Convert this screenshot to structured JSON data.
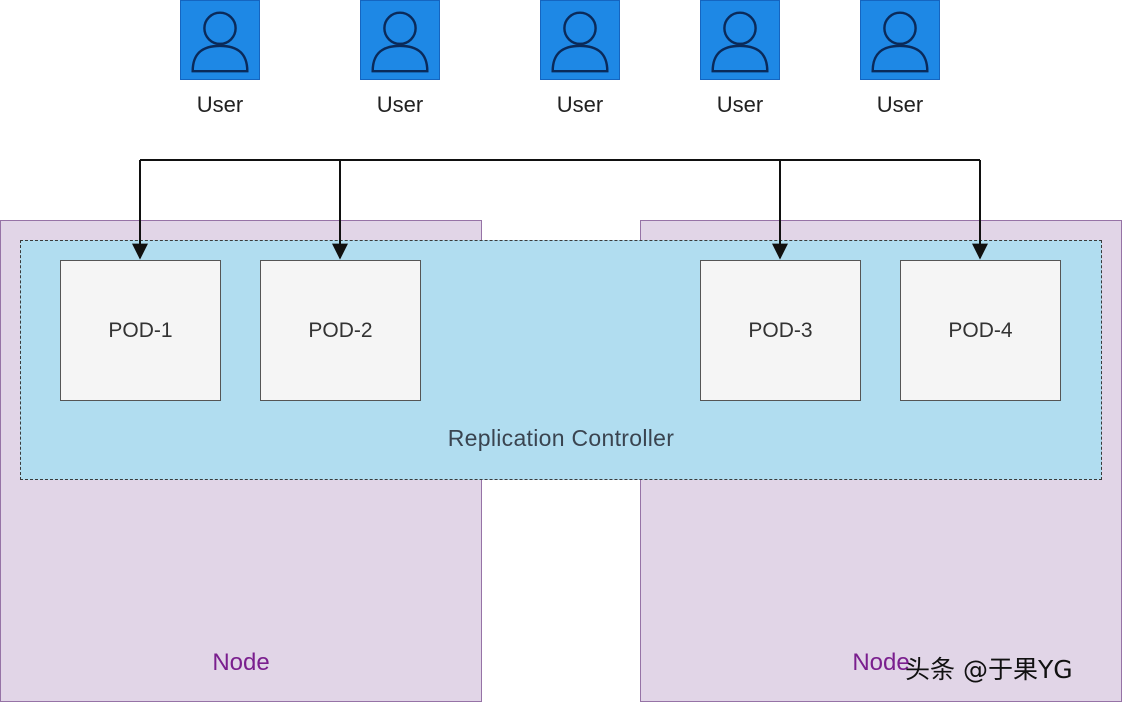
{
  "users": [
    {
      "label": "User"
    },
    {
      "label": "User"
    },
    {
      "label": "User"
    },
    {
      "label": "User"
    },
    {
      "label": "User"
    }
  ],
  "nodes": [
    {
      "label": "Node"
    },
    {
      "label": "Node"
    }
  ],
  "replication_controller": {
    "label": "Replication Controller"
  },
  "pods": [
    {
      "label": "POD-1"
    },
    {
      "label": "POD-2"
    },
    {
      "label": "POD-3"
    },
    {
      "label": "POD-4"
    }
  ],
  "watermark": "头条 @于果YG",
  "colors": {
    "user_icon": "#1e88e5",
    "node_fill": "#e1d5e7",
    "node_text": "#7a1e8e",
    "rc_fill": "#b1ddf0",
    "pod_fill": "#f5f5f5"
  }
}
